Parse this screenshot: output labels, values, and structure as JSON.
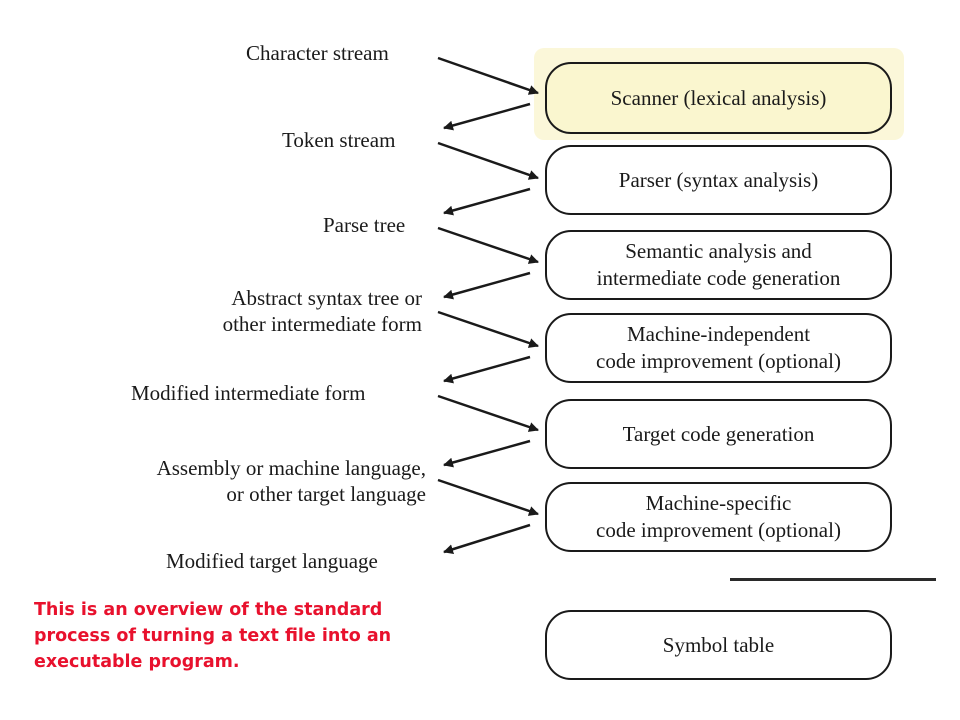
{
  "stages": [
    {
      "label": "Scanner (lexical analysis)"
    },
    {
      "label": "Parser (syntax analysis)"
    },
    {
      "label": "Semantic analysis and\nintermediate code generation"
    },
    {
      "label": "Machine-independent\ncode improvement (optional)"
    },
    {
      "label": "Target code generation"
    },
    {
      "label": "Machine-specific\ncode improvement (optional)"
    }
  ],
  "symbol_table": {
    "label": "Symbol table"
  },
  "streams": [
    {
      "label": "Character stream"
    },
    {
      "label": "Token stream"
    },
    {
      "label": "Parse tree"
    },
    {
      "label": "Abstract syntax tree or\nother intermediate form"
    },
    {
      "label": "Modified intermediate form"
    },
    {
      "label": "Assembly or machine language,\nor other target language"
    },
    {
      "label": "Modified target language"
    }
  ],
  "caption": "This is an overview of the standard process of turning a text file into an executable program.",
  "colors": {
    "highlight": "#fbf7d9",
    "caption": "#e8112d",
    "stroke": "#1a1a1a"
  }
}
